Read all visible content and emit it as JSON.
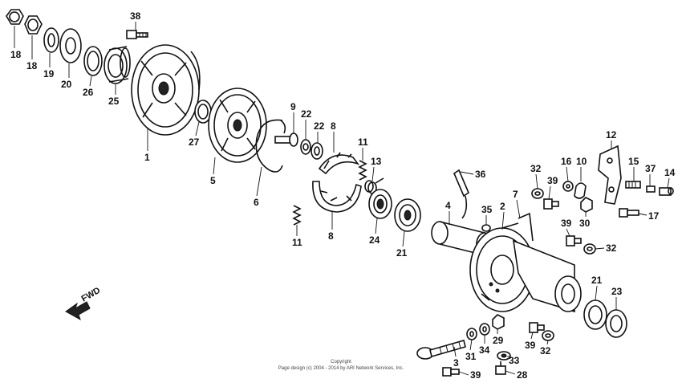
{
  "diagram": {
    "fwd_label": "FWD",
    "copyright_line1": "Copyright",
    "copyright_line2": "Page design (c) 2004 - 2014 by ARI Network Services, Inc.",
    "parts": [
      {
        "id": "p18a",
        "label": "18"
      },
      {
        "id": "p18b",
        "label": "18"
      },
      {
        "id": "p19",
        "label": "19"
      },
      {
        "id": "p20",
        "label": "20"
      },
      {
        "id": "p26",
        "label": "26"
      },
      {
        "id": "p25",
        "label": "25"
      },
      {
        "id": "p38",
        "label": "38"
      },
      {
        "id": "p1",
        "label": "1"
      },
      {
        "id": "p27",
        "label": "27"
      },
      {
        "id": "p5",
        "label": "5"
      },
      {
        "id": "p6",
        "label": "6"
      },
      {
        "id": "p9",
        "label": "9"
      },
      {
        "id": "p22a",
        "label": "22"
      },
      {
        "id": "p22b",
        "label": "22"
      },
      {
        "id": "p8a",
        "label": "8"
      },
      {
        "id": "p8b",
        "label": "8"
      },
      {
        "id": "p11a",
        "label": "11"
      },
      {
        "id": "p11b",
        "label": "11"
      },
      {
        "id": "p13",
        "label": "13"
      },
      {
        "id": "p24",
        "label": "24"
      },
      {
        "id": "p21a",
        "label": "21"
      },
      {
        "id": "p36",
        "label": "36"
      },
      {
        "id": "p4",
        "label": "4"
      },
      {
        "id": "p35",
        "label": "35"
      },
      {
        "id": "p2",
        "label": "2"
      },
      {
        "id": "p7",
        "label": "7"
      },
      {
        "id": "p32a",
        "label": "32"
      },
      {
        "id": "p39a",
        "label": "39"
      },
      {
        "id": "p16",
        "label": "16"
      },
      {
        "id": "p10",
        "label": "10"
      },
      {
        "id": "p30",
        "label": "30"
      },
      {
        "id": "p12",
        "label": "12"
      },
      {
        "id": "p15",
        "label": "15"
      },
      {
        "id": "p37",
        "label": "37"
      },
      {
        "id": "p14",
        "label": "14"
      },
      {
        "id": "p17",
        "label": "17"
      },
      {
        "id": "p39b",
        "label": "39"
      },
      {
        "id": "p32b",
        "label": "32"
      },
      {
        "id": "p21b",
        "label": "21"
      },
      {
        "id": "p23",
        "label": "23"
      },
      {
        "id": "p29",
        "label": "29"
      },
      {
        "id": "p34",
        "label": "34"
      },
      {
        "id": "p31",
        "label": "31"
      },
      {
        "id": "p3",
        "label": "3"
      },
      {
        "id": "p33",
        "label": "33"
      },
      {
        "id": "p39c",
        "label": "39"
      },
      {
        "id": "p32c",
        "label": "32"
      },
      {
        "id": "p39d",
        "label": "39"
      },
      {
        "id": "p28",
        "label": "28"
      }
    ]
  }
}
